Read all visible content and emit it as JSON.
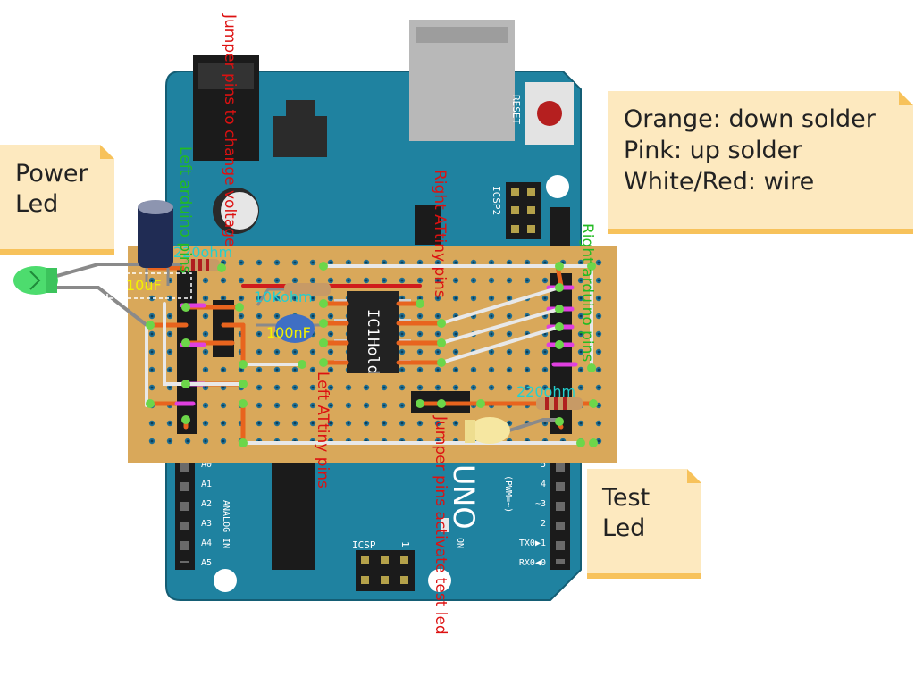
{
  "legend": {
    "line1": "Orange: down solder",
    "line2": "Pink: up solder",
    "line3": "White/Red: wire"
  },
  "notes": {
    "power_led": "Power\nLed",
    "test_led": "Test\nLed"
  },
  "annotations": {
    "jumper_voltage": "Jumper pins to change voltage",
    "left_arduino_pins": "Left arduino pins",
    "right_attiny_pins": "Right ATtiny pins",
    "right_arduino_pins": "Right arduino pins",
    "left_attiny_pins": "Left ATtiny pins",
    "jumper_test_led": "Jumper pins activate test led"
  },
  "components": {
    "cap_10uf": "10uF",
    "res_220_top": "220ohm",
    "res_10k": "10Kohm",
    "cap_100nf": "100nF",
    "res_220_right": "220ohm",
    "ic_label": "IC1",
    "ic_value": "Hold"
  },
  "board": {
    "reset": "RESET",
    "icsp2": "ICSP2",
    "icsp": "ICSP",
    "icsp_pin1": "1",
    "analog_in": "ANALOG IN",
    "analog_pins": [
      "A0",
      "A1",
      "A2",
      "A3",
      "A4",
      "A5"
    ],
    "digital_pins": [
      "5",
      "4",
      "~3",
      "2",
      "TX0▶1",
      "RX0◀0"
    ],
    "pwm": "(PWM=~)",
    "on": "ON",
    "logo": "UNO"
  },
  "colors": {
    "board": "#1f82a0",
    "stripboard": "#d9a85a",
    "down_solder": "#e8641e",
    "up_solder": "#e040e0",
    "wire_white": "#e8e8e8",
    "wire_red": "#d01c1c",
    "annotation_red": "#dd1111",
    "annotation_green": "#22bb22",
    "annotation_cyan": "#22d0d0",
    "annotation_yellow": "#f2f200",
    "note_fill": "#fde9bf",
    "note_edge": "#f7c25b"
  }
}
